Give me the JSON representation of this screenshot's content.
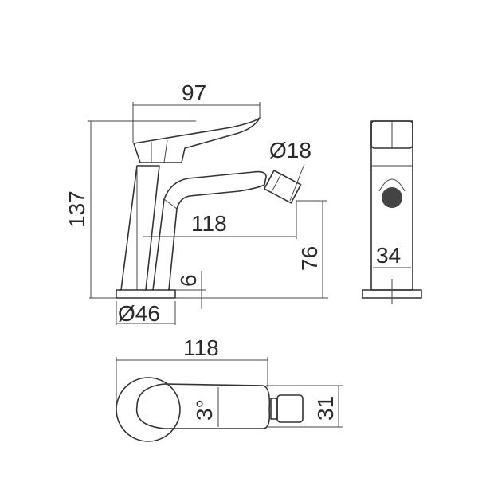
{
  "drawing": {
    "title": "Bidet mixer technical drawing",
    "colors": {
      "line": "#333333",
      "background": "#ffffff",
      "knob_fill": "#444444"
    },
    "views": {
      "side": {
        "dims": {
          "lever_length": "97",
          "height": "137",
          "spray_diameter": "Ø18",
          "spout_reach": "118",
          "spout_height": "76",
          "base_thickness": "6",
          "base_diameter": "Ø46"
        }
      },
      "front": {
        "dims": {
          "body_width": "34"
        }
      },
      "top": {
        "dims": {
          "overall_length": "118",
          "angle": "3°",
          "spray_width": "31"
        }
      }
    }
  }
}
